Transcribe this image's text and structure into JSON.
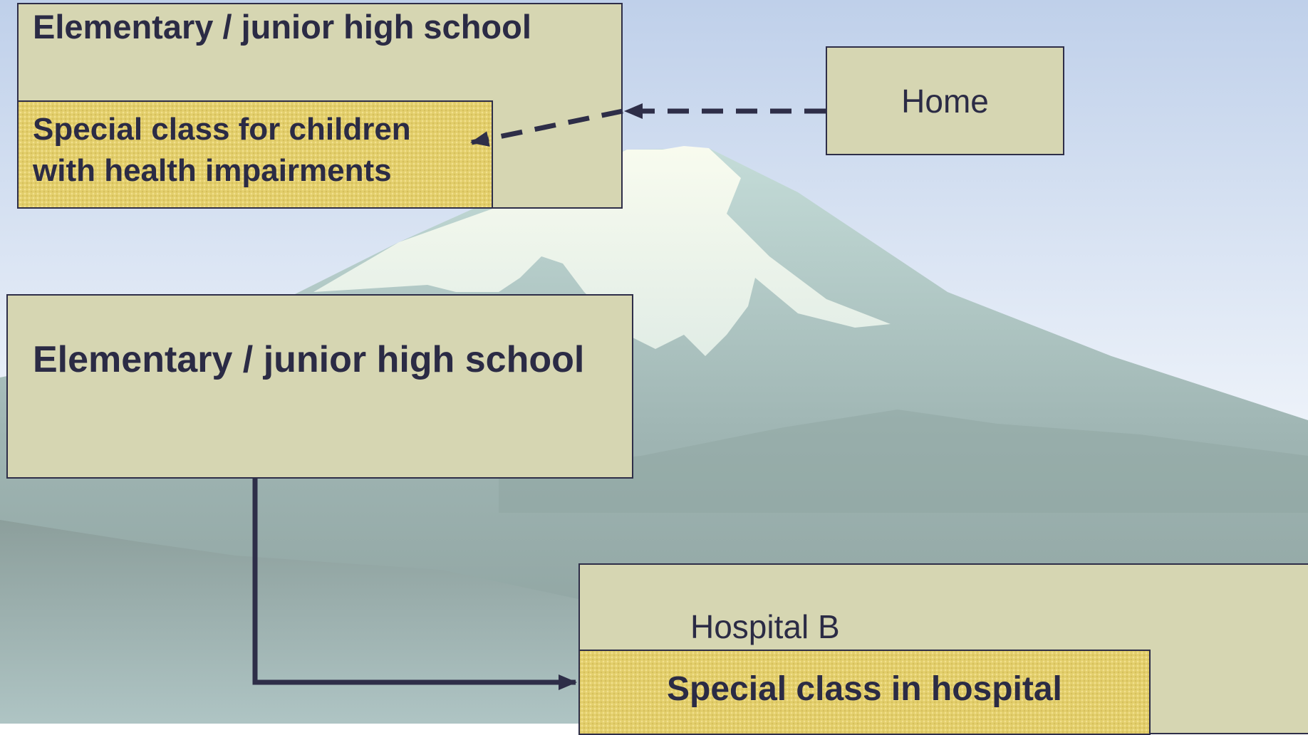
{
  "nodes": {
    "school_top": "Elementary / junior high school",
    "special_class_health": [
      "Special class for children",
      "with health impairments"
    ],
    "home": "Home",
    "school_middle": "Elementary / junior high school",
    "hospital": "Hospital B",
    "special_class_hospital": "Special class in hospital"
  },
  "colors": {
    "box_fill": "#d6d6b2",
    "highlight_fill": "#e3cf6c",
    "line": "#2e2e48",
    "text": "#2b2b45"
  }
}
